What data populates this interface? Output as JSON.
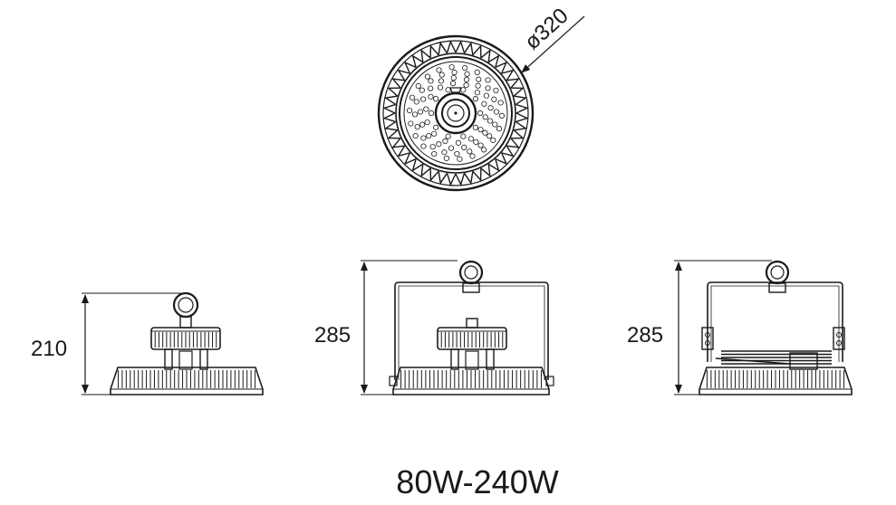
{
  "top_view": {
    "diameter_label": "ø320"
  },
  "side_views": [
    {
      "height_label": "210"
    },
    {
      "height_label": "285"
    },
    {
      "height_label": "285"
    }
  ],
  "footer": {
    "power_range": "80W-240W"
  },
  "colors": {
    "line": "#1a1a1a",
    "background": "#ffffff"
  }
}
